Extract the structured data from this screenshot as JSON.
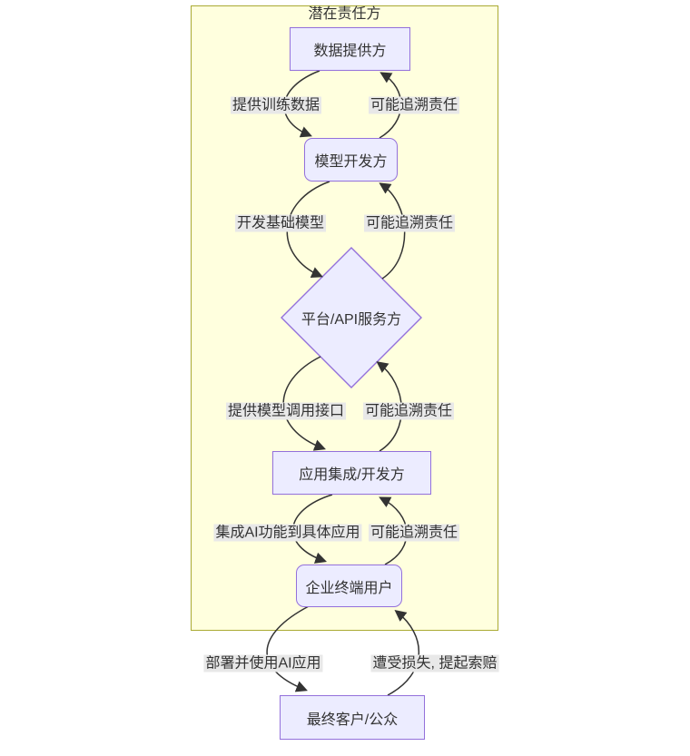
{
  "diagram": {
    "cluster_title": "潜在责任方",
    "nodes": {
      "data_provider": {
        "label": "数据提供方",
        "shape": "rect"
      },
      "model_developer": {
        "label": "模型开发方",
        "shape": "rounded"
      },
      "platform_api": {
        "label": "平台/API服务方",
        "shape": "diamond"
      },
      "app_integrator": {
        "label": "应用集成/开发方",
        "shape": "rect"
      },
      "enterprise_user": {
        "label": "企业终端用户",
        "shape": "rounded"
      },
      "end_customer": {
        "label": "最终客户/公众",
        "shape": "rect"
      }
    },
    "edge_labels": {
      "provide_training_data": "提供训练数据",
      "trace_1": "可能追溯责任",
      "develop_base_model": "开发基础模型",
      "trace_2": "可能追溯责任",
      "provide_model_api": "提供模型调用接口",
      "trace_3": "可能追溯责任",
      "integrate_ai": "集成AI功能到具体应用",
      "trace_4": "可能追溯责任",
      "deploy_use_ai": "部署并使用AI应用",
      "suffer_loss_claim": "遭受损失, 提起索赔"
    },
    "colors": {
      "cluster_fill": "#ffffde",
      "cluster_border": "#aaaa33",
      "node_fill": "#ececff",
      "node_border": "#9370db",
      "edge_line": "#333333",
      "edge_label_bg": "#e8e8e8",
      "text": "#333333"
    }
  }
}
